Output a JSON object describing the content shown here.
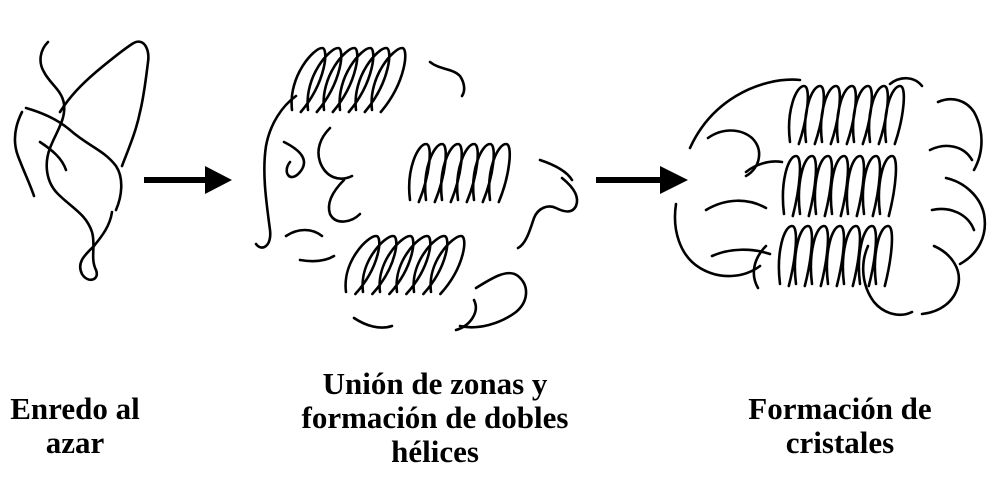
{
  "stages": [
    {
      "label_lines": [
        "Enredo al",
        "azar"
      ]
    },
    {
      "label_lines": [
        "Unión de zonas y",
        "formación de dobles",
        "hélices"
      ]
    },
    {
      "label_lines": [
        "Formación de",
        "cristales"
      ]
    }
  ],
  "colors": {
    "ink": "#000000",
    "background": "#ffffff"
  },
  "arrows": [
    {
      "from_stage": 1,
      "to_stage": 2
    },
    {
      "from_stage": 2,
      "to_stage": 3
    }
  ]
}
